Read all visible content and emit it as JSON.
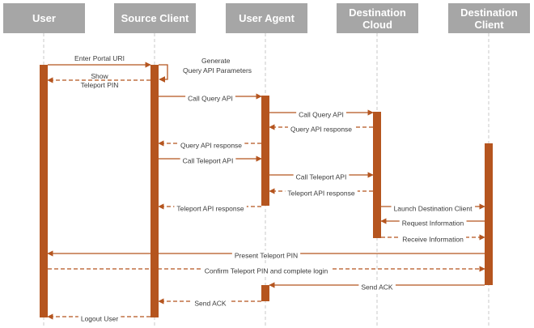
{
  "colors": {
    "header_bg": "#a6a6a6",
    "header_text": "#ffffff",
    "activation": "#b5551f",
    "arrow": "#b5551f",
    "lifeline": "#c8c8c8",
    "label": "#3a3a3a"
  },
  "participants": [
    {
      "id": "user",
      "label": "User"
    },
    {
      "id": "source",
      "label": "Source Client"
    },
    {
      "id": "agent",
      "label": "User Agent"
    },
    {
      "id": "cloud",
      "label": "Destination Cloud"
    },
    {
      "id": "dclient",
      "label": "Destination Client"
    }
  ],
  "messages": [
    {
      "from": "user",
      "to": "source",
      "label": "Enter Portal URI",
      "style": "solid"
    },
    {
      "from": "source",
      "to": "source",
      "label": "Generate Query API Parameters",
      "style": "solid"
    },
    {
      "from": "source",
      "to": "user",
      "label": "Show Teleport PIN",
      "style": "dashed"
    },
    {
      "from": "source",
      "to": "agent",
      "label": "Call Query API",
      "style": "solid"
    },
    {
      "from": "agent",
      "to": "cloud",
      "label": "Call Query API",
      "style": "solid"
    },
    {
      "from": "cloud",
      "to": "agent",
      "label": "Query API response",
      "style": "dashed"
    },
    {
      "from": "agent",
      "to": "source",
      "label": "Query API response",
      "style": "dashed"
    },
    {
      "from": "source",
      "to": "agent",
      "label": "Call Teleport  API",
      "style": "solid"
    },
    {
      "from": "agent",
      "to": "cloud",
      "label": "Call Teleport  API",
      "style": "solid"
    },
    {
      "from": "cloud",
      "to": "agent",
      "label": "Teleport API response",
      "style": "dashed"
    },
    {
      "from": "agent",
      "to": "source",
      "label": "Teleport API response",
      "style": "dashed"
    },
    {
      "from": "cloud",
      "to": "dclient",
      "label": "Launch Destination Client",
      "style": "solid"
    },
    {
      "from": "dclient",
      "to": "cloud",
      "label": "Request Information",
      "style": "solid"
    },
    {
      "from": "cloud",
      "to": "dclient",
      "label": "Receive Information",
      "style": "dashed"
    },
    {
      "from": "dclient",
      "to": "user",
      "label": "Present Teleport PIN",
      "style": "solid"
    },
    {
      "from": "user",
      "to": "dclient",
      "label": "Confirm Teleport PIN and complete login",
      "style": "dashed"
    },
    {
      "from": "dclient",
      "to": "agent",
      "label": "Send ACK",
      "style": "solid"
    },
    {
      "from": "agent",
      "to": "source",
      "label": "Send ACK",
      "style": "dashed"
    },
    {
      "from": "source",
      "to": "user",
      "label": "Logout User",
      "style": "dashed"
    }
  ]
}
